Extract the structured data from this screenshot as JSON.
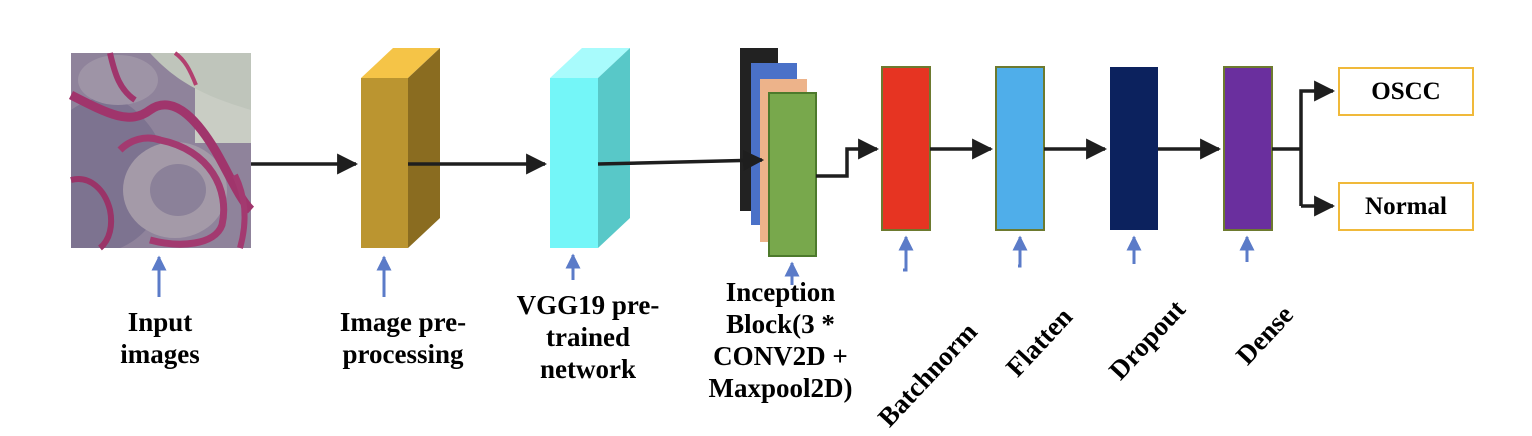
{
  "diagram": {
    "stages": [
      {
        "id": "input",
        "label_lines": [
          "Input",
          "images"
        ]
      },
      {
        "id": "preprocess",
        "label_lines": [
          "Image pre-",
          "processing"
        ]
      },
      {
        "id": "vgg19",
        "label_lines": [
          "VGG19 pre-",
          "trained",
          "network"
        ]
      },
      {
        "id": "inception",
        "label_lines": [
          "Inception",
          "Block(3 *",
          "CONV2D +",
          "Maxpool2D)"
        ]
      },
      {
        "id": "batchnorm",
        "label": "Batchnorm",
        "color": "#e63422"
      },
      {
        "id": "flatten",
        "label": "Flatten",
        "color": "#4faeea"
      },
      {
        "id": "dropout",
        "label": "Dropout",
        "color": "#0c225e"
      },
      {
        "id": "dense",
        "label": "Dense",
        "color": "#6a2f9e"
      }
    ],
    "outputs": [
      {
        "id": "oscc",
        "label": "OSCC"
      },
      {
        "id": "normal",
        "label": "Normal"
      }
    ],
    "colors": {
      "preprocess_front": "#bb9530",
      "preprocess_top": "#f5c447",
      "preprocess_side": "#8a6c20",
      "vgg_front": "#74f6f8",
      "vgg_top": "#a8fbfc",
      "vgg_side": "#58c8c8",
      "inception_layers": [
        "#222222",
        "#4a71c8",
        "#edb38a",
        "#78a84c"
      ],
      "pointer_arrow": "#5b7bc8",
      "flow_arrow": "#1e1e1e",
      "output_border": "#f0b93a"
    }
  }
}
